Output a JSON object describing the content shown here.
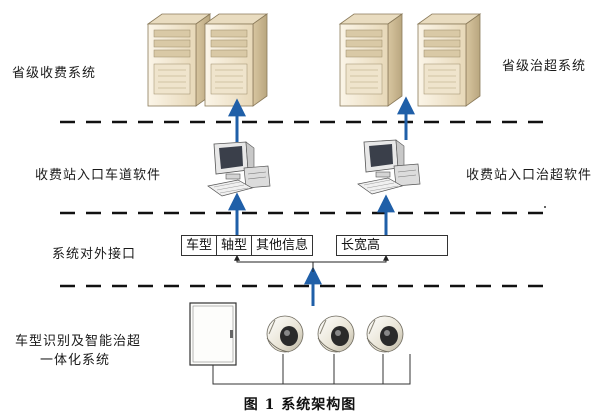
{
  "layers": {
    "provincial_toll": "省级收费系统",
    "provincial_overload": "省级治超系统",
    "toll_lane_software": "收费站入口车道软件",
    "overload_software": "收费站入口治超软件",
    "external_interface": "系统对外接口",
    "integrated_system_line1": "车型识别及智能治超",
    "integrated_system_line2": "一体化系统"
  },
  "interface_cells": {
    "vehicle_type": "车型",
    "axle_type": "轴型",
    "other_info": "其他信息",
    "dimensions": "长宽高"
  },
  "caption": "图 1  系统架构图",
  "colors": {
    "arrow": "#1f5fa8",
    "server_body": "#f4ead6",
    "dash_line": "#111111"
  },
  "icons": {
    "server": "server-tower-icon",
    "computer": "desktop-computer-icon",
    "cabinet": "equipment-cabinet-icon",
    "camera": "dome-camera-icon"
  }
}
